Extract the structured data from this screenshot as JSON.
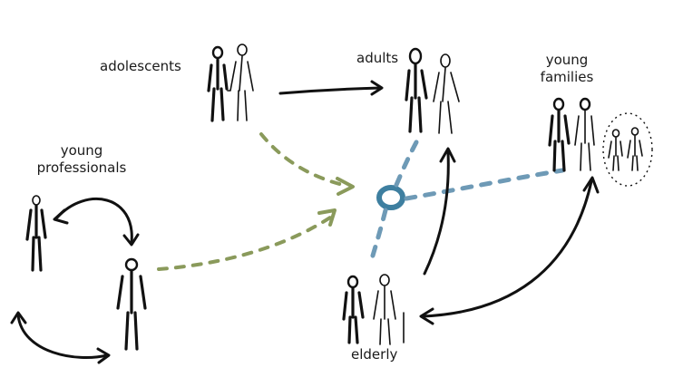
{
  "diagram": {
    "nodes": {
      "adolescents": {
        "label": "adolescents"
      },
      "adults": {
        "label": "adults"
      },
      "young_families": {
        "label_line1": "young",
        "label_line2": "families"
      },
      "young_professionals": {
        "label_line1": "young",
        "label_line2": "professionals"
      },
      "elderly": {
        "label": "elderly"
      }
    },
    "colors": {
      "ink": "#111111",
      "green_dashes": "#8a9a5b",
      "blue_dashes": "#6e9ab6",
      "hub": "#3e7fa0"
    },
    "edges": [
      {
        "from": "adolescents",
        "to": "adults",
        "style": "solid-arrow"
      },
      {
        "from": "elderly",
        "to": "adults",
        "style": "solid-arrow"
      },
      {
        "from": "elderly",
        "to": "young_families",
        "style": "solid-double-arrow"
      },
      {
        "from": "young_professionals",
        "to": "young_professionals",
        "style": "solid-cycle-arrows"
      },
      {
        "from": "adolescents",
        "to": "hub",
        "style": "green-dashed-arrow"
      },
      {
        "from": "young_professionals",
        "to": "hub",
        "style": "green-dashed-arrow"
      },
      {
        "from": "hub",
        "to": "adults",
        "style": "blue-dashed"
      },
      {
        "from": "hub",
        "to": "young_families",
        "style": "blue-dashed"
      },
      {
        "from": "hub",
        "to": "elderly",
        "style": "blue-dashed"
      }
    ]
  }
}
